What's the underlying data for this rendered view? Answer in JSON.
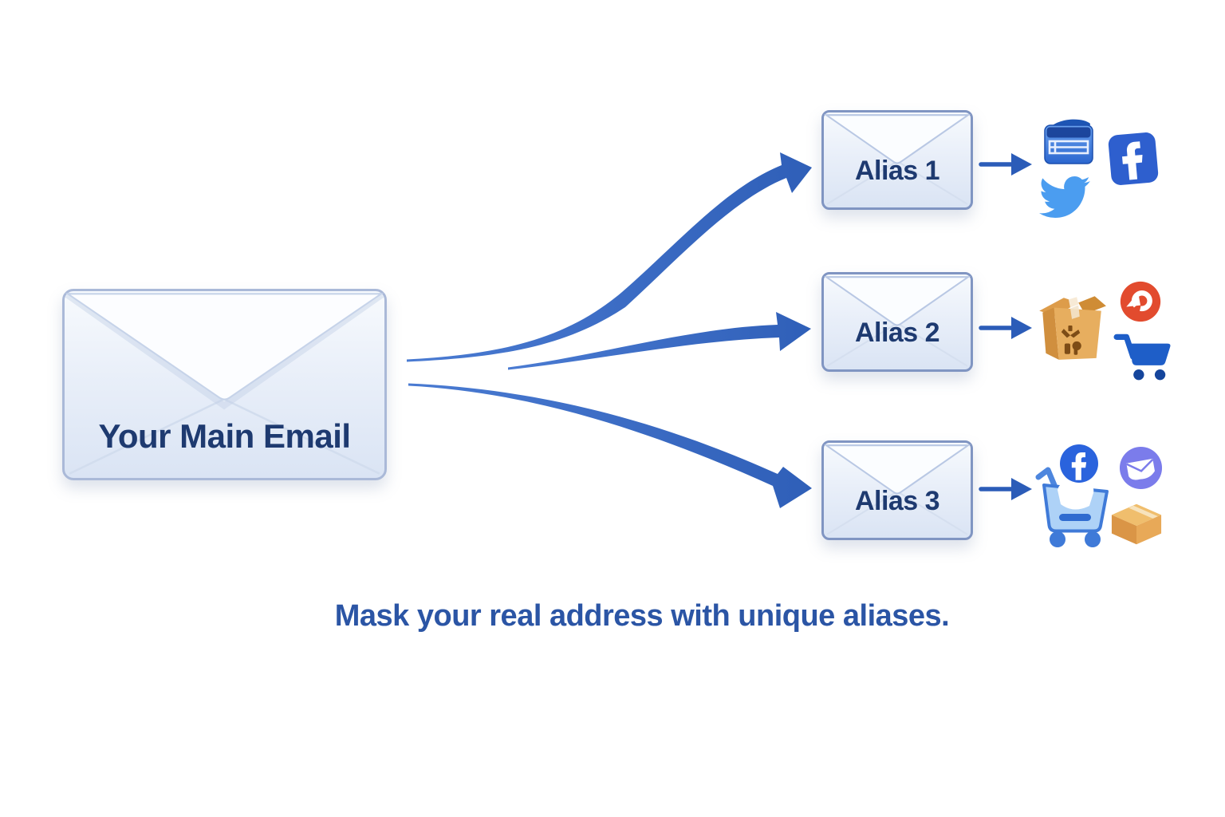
{
  "diagram": {
    "main_email": {
      "label": "Your Main Email"
    },
    "aliases": [
      {
        "label": "Alias 1",
        "services": [
          "newsletter window app",
          "Facebook",
          "Twitter"
        ]
      },
      {
        "label": "Alias 2",
        "services": [
          "shipping package",
          "deals badge",
          "shopping cart"
        ]
      },
      {
        "label": "Alias 3",
        "services": [
          "shopping cart with Facebook badge",
          "mail service",
          "parcel box"
        ]
      }
    ],
    "caption": "Mask your real address with unique aliases."
  },
  "icons": {
    "flow_arrow": "tapered curved blue arrow",
    "right_arrow": "straight blue arrow →",
    "newsletter_window_icon": "blue browser window with white table lines",
    "facebook_icon": "white f on blue rounded square",
    "twitter_icon": "light blue bird",
    "package_box_icon": "open cardboard box with white tape and shipping marks",
    "deals_badge_icon": "white swirl leaf on red circle",
    "shopping_cart_icon": "solid blue shopping cart",
    "cart_facebook_icon": "light blue cart with white parcel and Facebook circle badge",
    "mail_badge_icon": "white envelope on purple circle",
    "parcel_box_icon": "closed orange 3D box"
  },
  "colors": {
    "background": "#ffffff",
    "arrow_blue_start": "#4a7bd2",
    "arrow_blue_end": "#2f5fb8",
    "envelope_body": "#e7edf8",
    "envelope_border_main": "#aab9d8",
    "envelope_border_alias": "#8095c2",
    "label_navy": "#1e3a70",
    "caption_blue": "#2b55a5",
    "facebook_blue": "#2e5fce",
    "twitter_blue": "#4b9df0",
    "box_tan": "#e7ae5f",
    "badge_red": "#e24b2e",
    "cart_blue": "#1e5ec8",
    "cart_light_blue": "#aed2f7",
    "mail_purple": "#7b7ceb"
  }
}
